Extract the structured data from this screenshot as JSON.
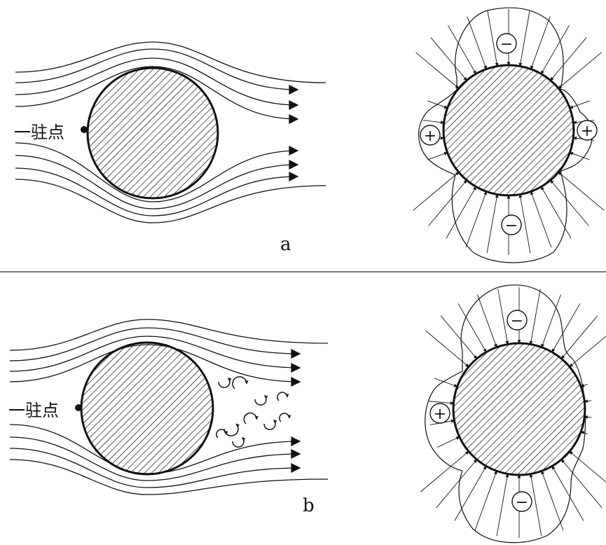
{
  "panel_a": {
    "label": "a",
    "stagnation_label": "一驻点"
  },
  "panel_b": {
    "label": "b",
    "stagnation_label": "一驻点"
  },
  "pressure_signs": {
    "minus": "−",
    "plus": "+"
  },
  "colors": {
    "ink": "#111111",
    "divider": "#777777",
    "background": "#ffffff"
  }
}
